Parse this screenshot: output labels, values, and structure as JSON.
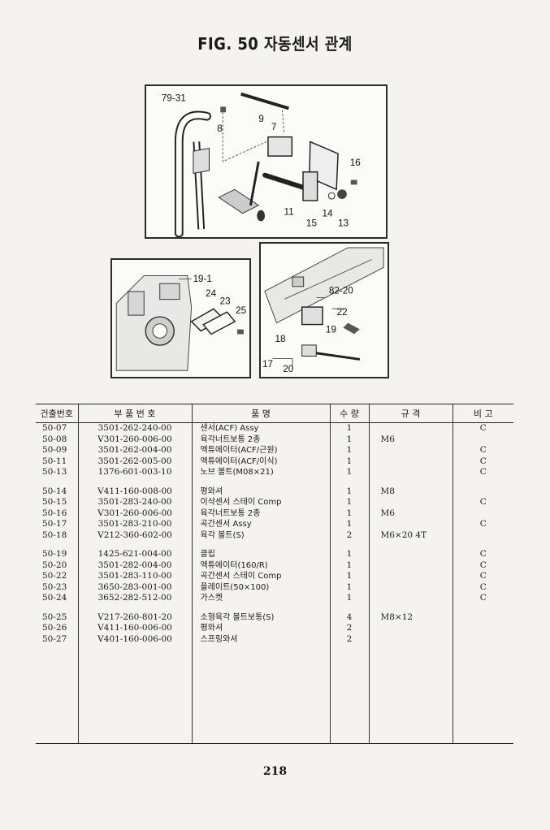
{
  "title": "FIG. 50 자동센서 관계",
  "figure_labels": {
    "top": [
      "79-31",
      "9",
      "8",
      "7",
      "16",
      "11",
      "15",
      "14",
      "13"
    ],
    "left": [
      "19-1",
      "24",
      "23",
      "25"
    ],
    "right": [
      "82-20",
      "22",
      "19",
      "18",
      "17",
      "20"
    ]
  },
  "table": {
    "headers": [
      "건출번호",
      "부 품 번 호",
      "품 명",
      "수 량",
      "규 격",
      "비 고"
    ],
    "groups": [
      [
        {
          "no": "50-07",
          "part": "3501-262-240-00",
          "name": "센서(ACF) Assy",
          "qty": "1",
          "spec": "",
          "remark": "C"
        },
        {
          "no": "50-08",
          "part": "V301-260-006-00",
          "name": "육각너트보통 2종",
          "qty": "1",
          "spec": "M6",
          "remark": ""
        },
        {
          "no": "50-09",
          "part": "3501-262-004-00",
          "name": "액튜에이터(ACF/근원)",
          "qty": "1",
          "spec": "",
          "remark": "C"
        },
        {
          "no": "50-11",
          "part": "3501-262-005-00",
          "name": "액튜에이터(ACF/이식)",
          "qty": "1",
          "spec": "",
          "remark": "C"
        },
        {
          "no": "50-13",
          "part": "1376-601-003-10",
          "name": "노브 볼트(M08×21)",
          "qty": "1",
          "spec": "",
          "remark": "C"
        }
      ],
      [
        {
          "no": "50-14",
          "part": "V411-160-008-00",
          "name": "평와셔",
          "qty": "1",
          "spec": "M8",
          "remark": ""
        },
        {
          "no": "50-15",
          "part": "3501-283-240-00",
          "name": "이삭센서 스테이 Comp",
          "qty": "1",
          "spec": "",
          "remark": "C"
        },
        {
          "no": "50-16",
          "part": "V301-260-006-00",
          "name": "육각너트보통 2종",
          "qty": "1",
          "spec": "M6",
          "remark": ""
        },
        {
          "no": "50-17",
          "part": "3501-283-210-00",
          "name": "곡간센서 Assy",
          "qty": "1",
          "spec": "",
          "remark": "C"
        },
        {
          "no": "50-18",
          "part": "V212-360-602-00",
          "name": "육각 볼트(S)",
          "qty": "2",
          "spec": "M6×20 4T",
          "remark": ""
        }
      ],
      [
        {
          "no": "50-19",
          "part": "1425-621-004-00",
          "name": "클립",
          "qty": "1",
          "spec": "",
          "remark": "C"
        },
        {
          "no": "50-20",
          "part": "3501-282-004-00",
          "name": "액튜에이터(160/R)",
          "qty": "1",
          "spec": "",
          "remark": "C"
        },
        {
          "no": "50-22",
          "part": "3501-283-110-00",
          "name": "곡간센서 스테이 Comp",
          "qty": "1",
          "spec": "",
          "remark": "C"
        },
        {
          "no": "50-23",
          "part": "3650-283-001-00",
          "name": "플레이트(50×100)",
          "qty": "1",
          "spec": "",
          "remark": "C"
        },
        {
          "no": "50-24",
          "part": "3652-282-512-00",
          "name": "가스켓",
          "qty": "1",
          "spec": "",
          "remark": "C"
        }
      ],
      [
        {
          "no": "50-25",
          "part": "V217-260-801-20",
          "name": "소형육각 볼트보통(S)",
          "qty": "4",
          "spec": "M8×12",
          "remark": ""
        },
        {
          "no": "50-26",
          "part": "V411-160-006-00",
          "name": "평와셔",
          "qty": "2",
          "spec": "",
          "remark": ""
        },
        {
          "no": "50-27",
          "part": "V401-160-006-00",
          "name": "스프링와셔",
          "qty": "2",
          "spec": "",
          "remark": ""
        }
      ]
    ]
  },
  "page_number": "218"
}
